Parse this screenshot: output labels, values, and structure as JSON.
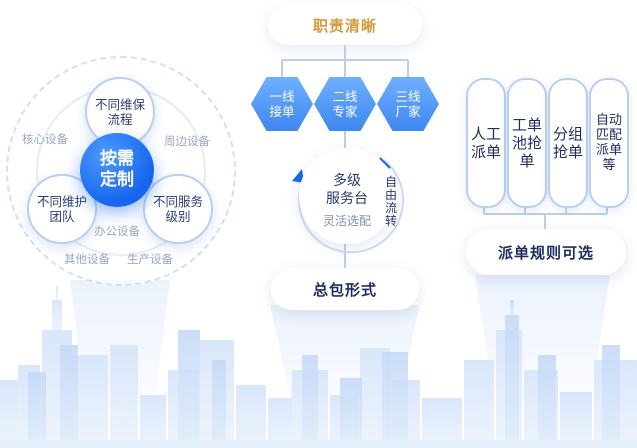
{
  "left": {
    "core": "按需\n定制",
    "nodes": [
      "不同维保\n流程",
      "不同维护\n团队",
      "不同服务\n级别"
    ],
    "labels": [
      "核心设备",
      "周边设备",
      "办公设备",
      "其他设备",
      "生产设备"
    ]
  },
  "middle": {
    "title": "职责清晰",
    "hexes": [
      "一线\n接单",
      "二线\n专家",
      "三线\n厂家"
    ],
    "circle_main": "多级\n服务台",
    "circle_sub": "灵活选配",
    "vertical_label": "自由\n流转",
    "bottom": "总包形式"
  },
  "right": {
    "pills": [
      "人工\n派单",
      "工单\n池抢\n单",
      "分组\n抢单",
      "自动\n匹配\n派单\n等"
    ],
    "bottom": "派单规则可选"
  },
  "colors": {
    "accent_blue": "#1565ee",
    "hex_blue": "#4f94f5",
    "title_gold": "#d49a3e",
    "skyline": "#cfe0f7"
  }
}
